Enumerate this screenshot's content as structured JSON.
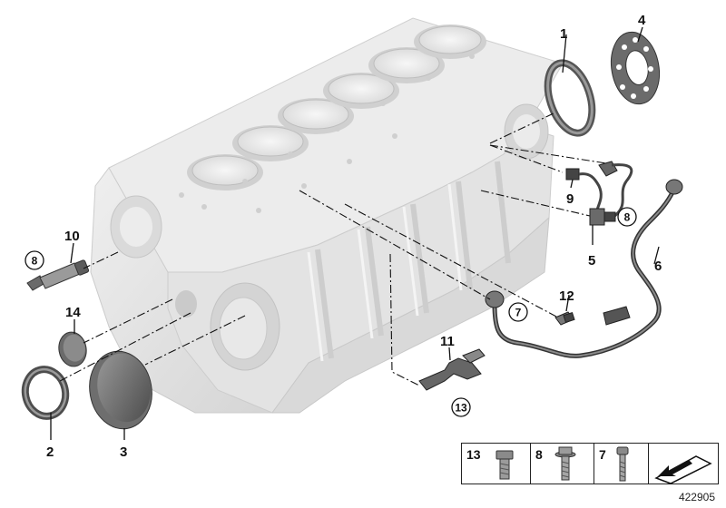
{
  "callouts": {
    "p1": "1",
    "p2": "2",
    "p3": "3",
    "p4": "4",
    "p5": "5",
    "p6": "6",
    "p7": "7",
    "p8a": "8",
    "p8b": "8",
    "p9": "9",
    "p10": "10",
    "p11": "11",
    "p12": "12",
    "p13": "13",
    "p14": "14"
  },
  "legend": {
    "items": [
      {
        "label": "13"
      },
      {
        "label": "8"
      },
      {
        "label": "7"
      }
    ],
    "arrow_icon": "direction-arrow-icon"
  },
  "figure_id": "422905",
  "colors": {
    "block_fill": "#e6e6e6",
    "block_shade": "#cfcfcf",
    "part_dark": "#5a5a5a",
    "part_mid": "#8c8c8c",
    "line": "#111111"
  }
}
